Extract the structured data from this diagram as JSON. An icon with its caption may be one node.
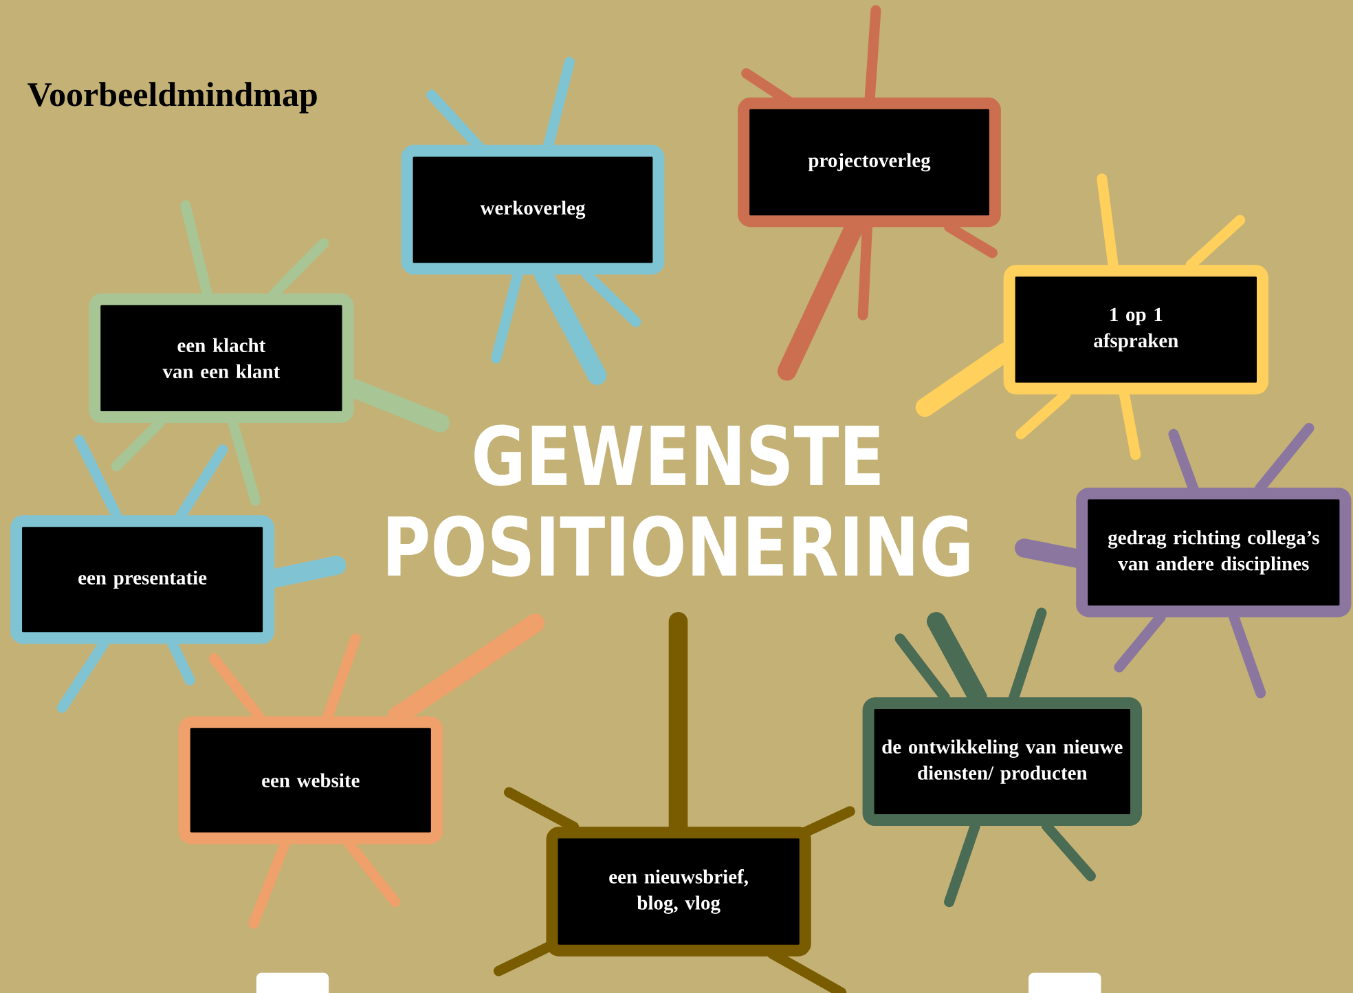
{
  "diagram": {
    "title": "Voorbeeldmindmap",
    "nodes": [
      {
        "text": [
          "projectoverleg"
        ]
      },
      {
        "text": [
          "werkoverleg"
        ]
      },
      {
        "text": [
          "1 op 1 afspraken"
        ]
      },
      {
        "text": [
          "een klacht van een klant"
        ]
      },
      {
        "text": [
          "gedrag richting collega’s van andere disciplines"
        ]
      },
      {
        "text": [
          "een presentatie"
        ]
      },
      {
        "text": [
          "de ontwikkeling van nieuwe diensten/ producten"
        ]
      },
      {
        "text": [
          "een website"
        ]
      },
      {
        "text": [
          "een nieuwsbrief, blog, vlog"
        ]
      }
    ],
    "labels": [
      "GEWENSTE POSITIONERING"
    ]
  }
}
